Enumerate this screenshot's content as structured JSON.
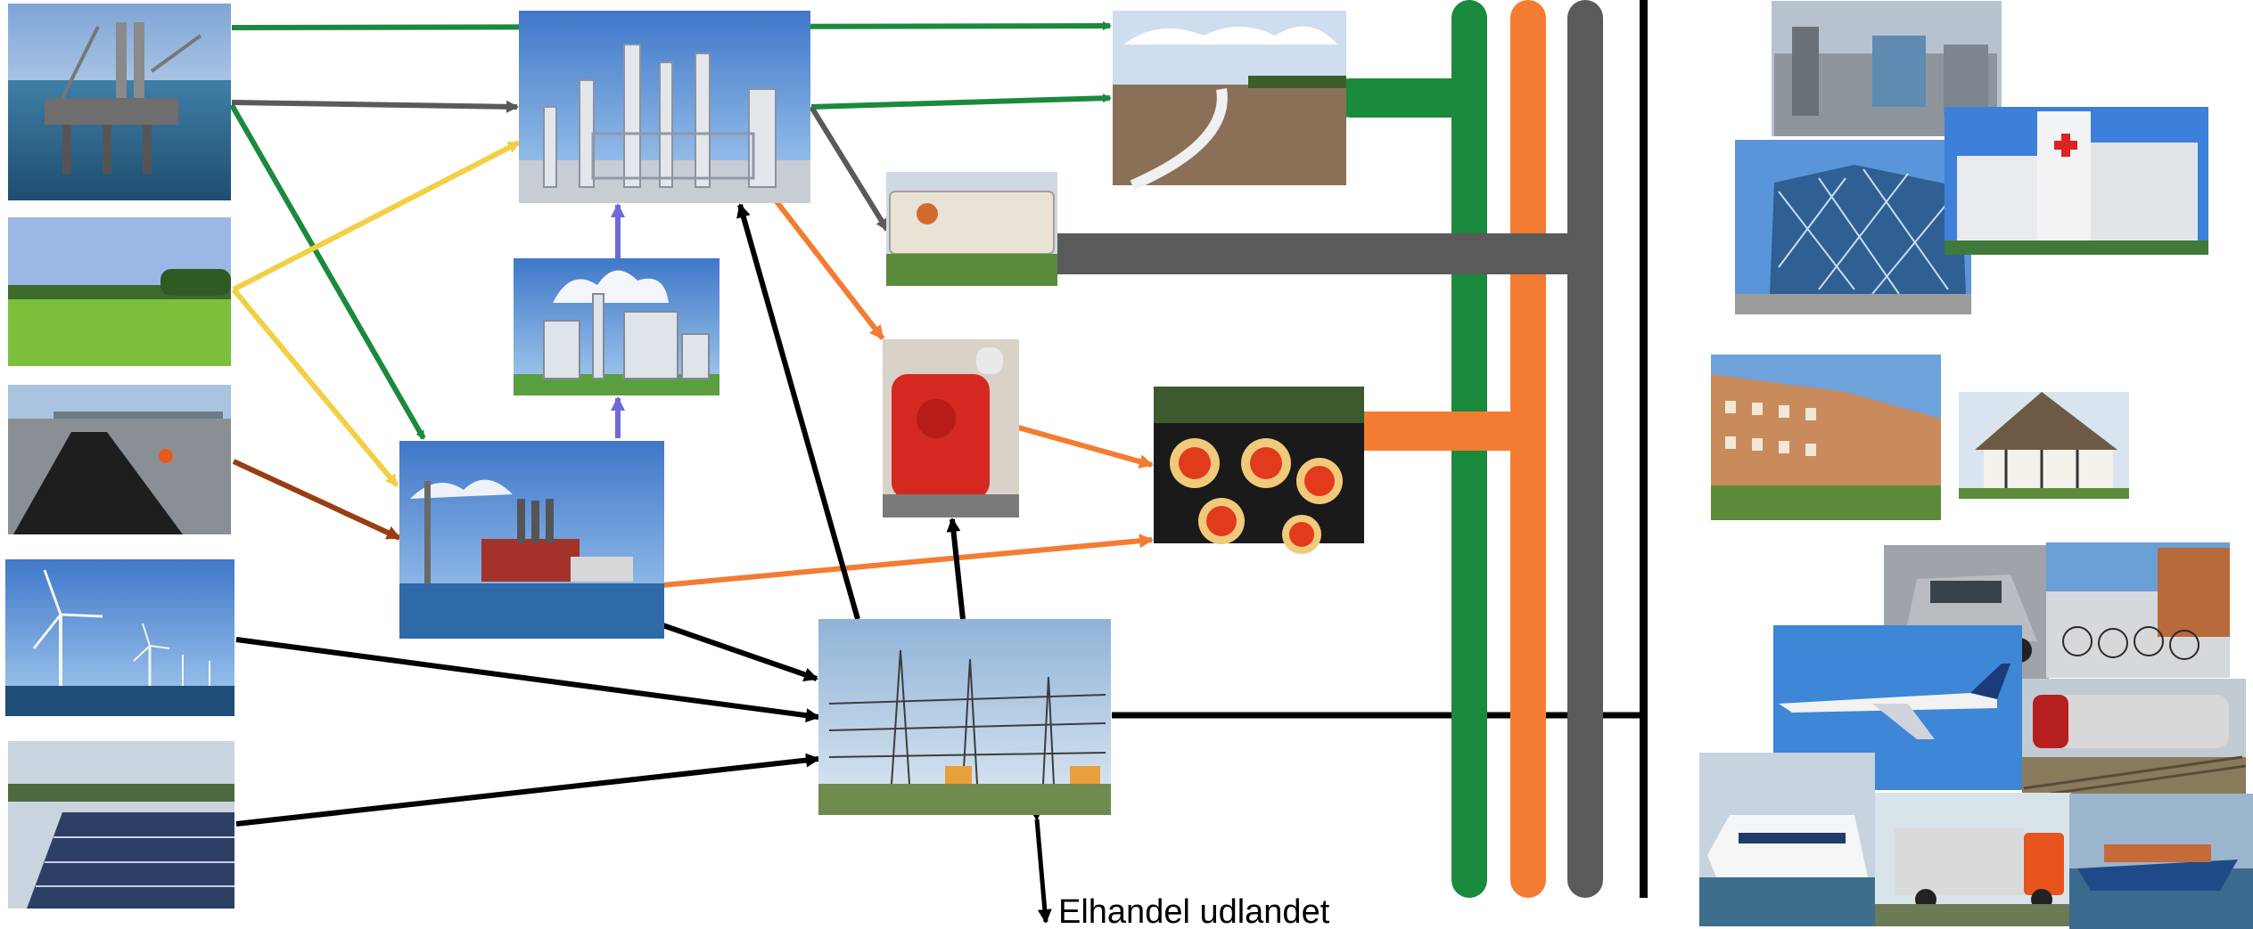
{
  "labels": {
    "foreign_trade": "Elhandel udlandet"
  },
  "colors": {
    "gas": "#1a8a3c",
    "district_heat": "#f47c32",
    "oil": "#5a5a5a",
    "electricity": "#000000",
    "biomass": "#f2cf44",
    "coal": "#9a3d12",
    "hydrogen_fuel": "#6e6ad6"
  },
  "images": {
    "offshore_platform": "offshore-oil-gas-platform",
    "crop_field": "green-crop-field",
    "coal_conveyor": "coal-conveyor-pile",
    "wind_farm": "offshore-wind-turbines",
    "solar_park": "solar-panel-field",
    "refinery": "oil-refinery",
    "electrolysis_plant": "fuel-synthesis-plant",
    "power_plant": "chp-power-station",
    "substation": "electricity-substation",
    "pipeline": "gas-pipeline-trench",
    "oil_tank": "oil-storage-tank",
    "heat_pump": "industrial-heat-pump",
    "heat_pipes": "district-heating-pipes",
    "industry": "industrial-factory",
    "office": "glass-office-building",
    "hospital": "hospital-building",
    "apartments": "apartment-block",
    "house": "thatched-house",
    "car": "passenger-car",
    "bicycles": "parked-bicycles",
    "airplane": "passenger-airplane",
    "train": "passenger-train",
    "ferry": "fast-ferry",
    "truck": "freight-truck",
    "container_ship": "container-ship"
  }
}
